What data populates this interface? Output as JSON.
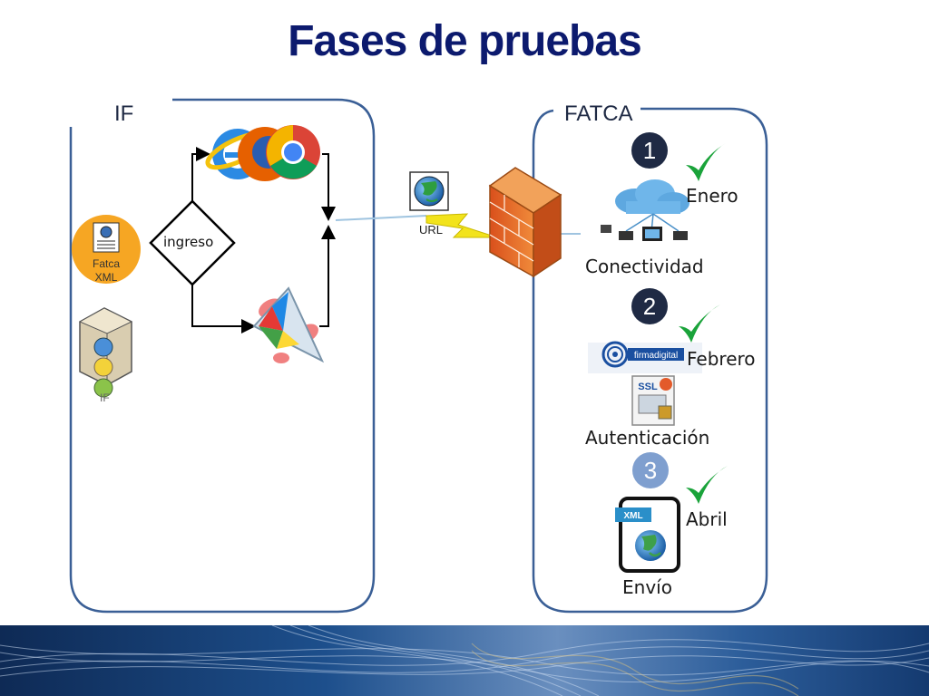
{
  "title": "Fases de pruebas",
  "panels": {
    "left": {
      "label": "IF"
    },
    "right": {
      "label": "FATCA"
    }
  },
  "left_flow": {
    "file_label": "Fatca XML",
    "decision_label": "ingreso",
    "server_label": "IF"
  },
  "connector": {
    "url_label": "URL"
  },
  "steps": [
    {
      "number": "1",
      "month": "Enero",
      "label": "Conectividad"
    },
    {
      "number": "2",
      "month": "Febrero",
      "label": "Autenticación",
      "logo_text": "firmadigital",
      "ssl_text": "SSL"
    },
    {
      "number": "3",
      "month": "Abril",
      "label": "Envío",
      "xml_tag": "XML"
    }
  ],
  "colors": {
    "title": "#0c1a6e",
    "panel_border": "#3a5f96",
    "badge_dark": "#1f2a44",
    "badge_light": "#7f9fcf",
    "check": "#1aa33a",
    "firewall": "#e8742a",
    "lightning": "#f2e31b"
  }
}
